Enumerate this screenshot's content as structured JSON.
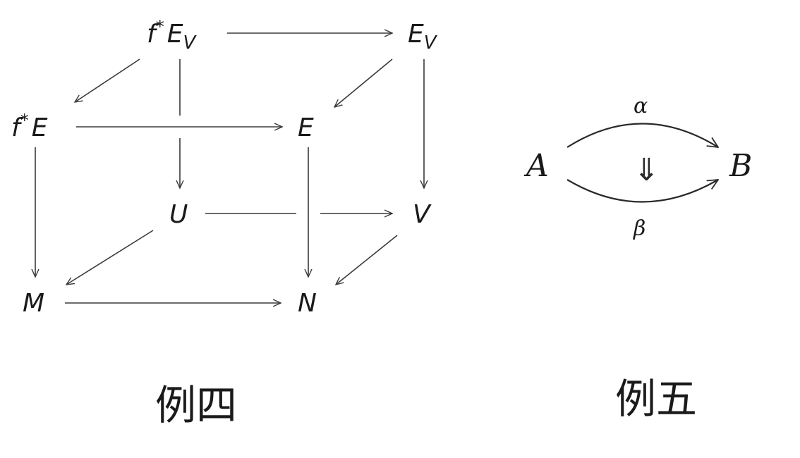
{
  "cube": {
    "nodes": {
      "fstarEV": {
        "base": "f",
        "sup": "*",
        "main": "E",
        "sub": "V"
      },
      "EV": {
        "main": "E",
        "sub": "V"
      },
      "fstarE": {
        "base": "f",
        "sup": "*",
        "main": "E"
      },
      "E": {
        "main": "E"
      },
      "U": {
        "main": "U"
      },
      "V": {
        "main": "V"
      },
      "M": {
        "main": "M"
      },
      "N": {
        "main": "N"
      }
    },
    "caption": "例四"
  },
  "twocell": {
    "source": "A",
    "target": "B",
    "top_label": "α",
    "bottom_label": "β",
    "cell_symbol": "⇓",
    "caption": "例五"
  }
}
